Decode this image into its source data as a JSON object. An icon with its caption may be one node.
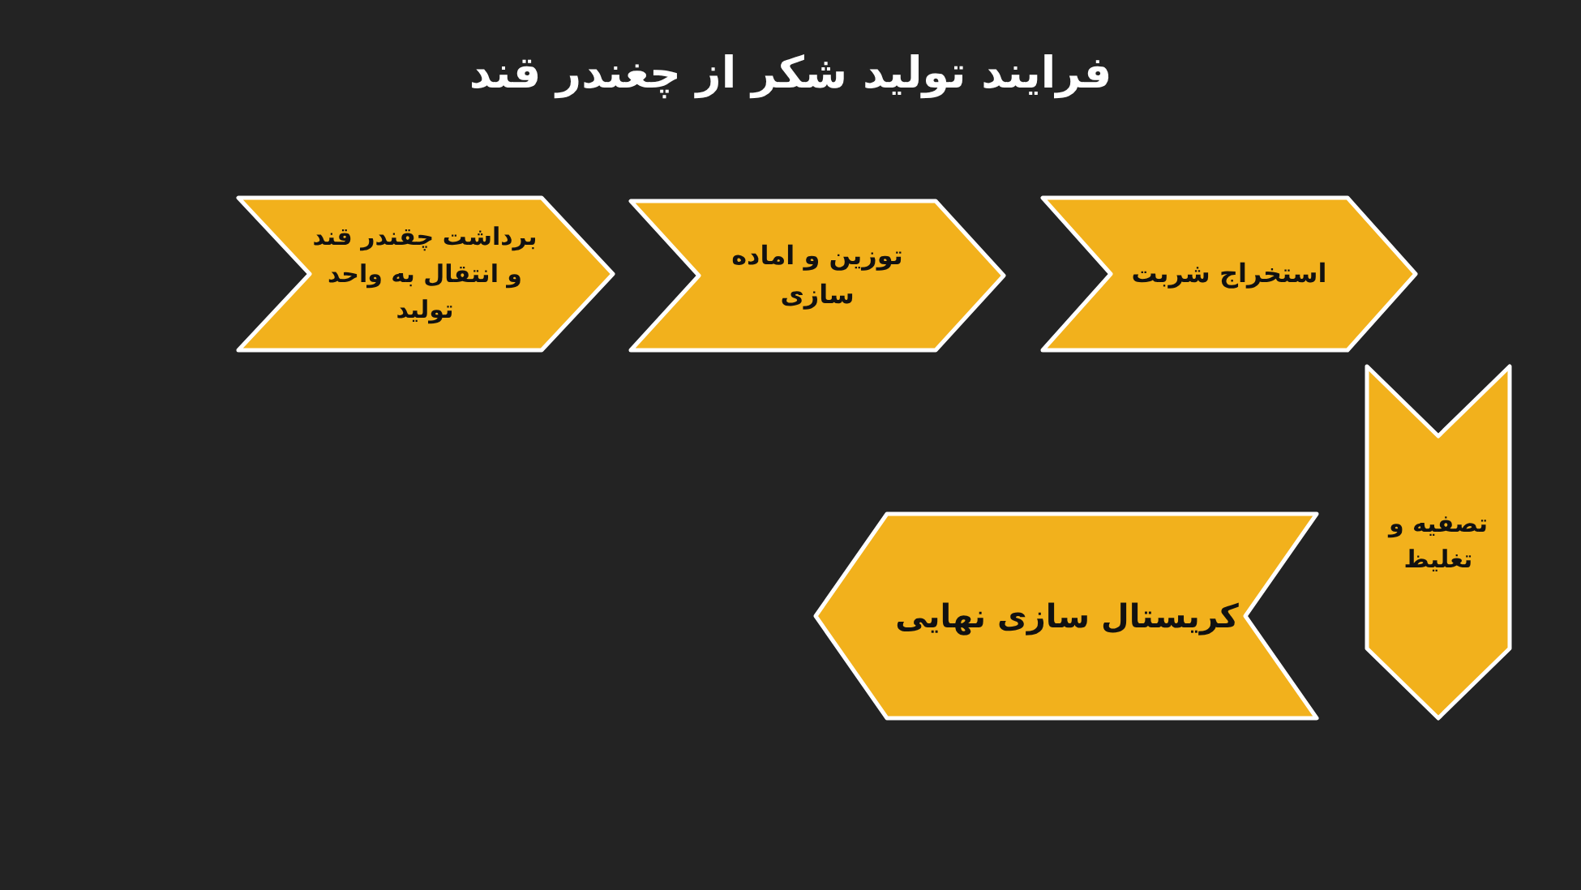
{
  "diagram": {
    "title": "فرایند تولید شکر از چغندر قند",
    "nodes": [
      {
        "text": [
          "برداشت چقندر قند و انتقال به واحد تولید"
        ]
      },
      {
        "text": [
          "توزین و اماده سازی"
        ]
      },
      {
        "text": [
          "استخراج شربت"
        ]
      },
      {
        "text": [
          "تصفیه و تغلیظ"
        ]
      },
      {
        "text": [
          "کریستال سازی نهایی"
        ]
      }
    ]
  }
}
